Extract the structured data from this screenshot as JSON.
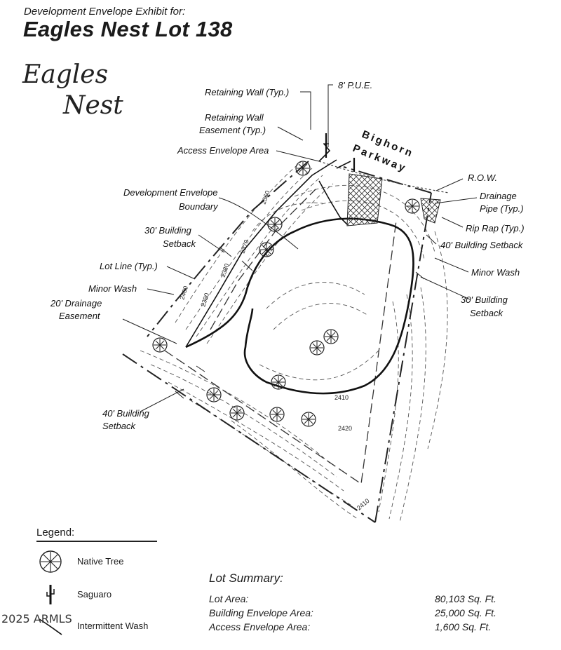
{
  "header": {
    "subtitle": "Development Envelope Exhibit for:",
    "title": "Eagles Nest Lot 138"
  },
  "logo": {
    "line1": "Eagles",
    "line2": "Nest"
  },
  "callouts": {
    "retaining_wall": "Retaining Wall (Typ.)",
    "pue": "8' P.U.E.",
    "retaining_wall_easement_1": "Retaining Wall",
    "retaining_wall_easement_2": "Easement (Typ.)",
    "access_envelope": "Access Envelope Area",
    "road_1": "Bighorn",
    "road_2": "Parkway",
    "row": "R.O.W.",
    "dev_env_1": "Development Envelope",
    "dev_env_2": "Boundary",
    "drainage_pipe_1": "Drainage",
    "drainage_pipe_2": "Pipe (Typ.)",
    "rip_rap": "Rip Rap (Typ.)",
    "setback30_1": "30' Building",
    "setback30_2": "Setback",
    "setback40_right": "40' Building Setback",
    "lot_line": "Lot Line (Typ.)",
    "minor_wash_right": "Minor Wash",
    "minor_wash_left": "Minor Wash",
    "setback30r_1": "30' Building",
    "setback30r_2": "Setback",
    "drainage_easement_1": "20' Drainage",
    "drainage_easement_2": "Easement",
    "setback40_1": "40' Building",
    "setback40_2": "Setback"
  },
  "contours": {
    "c2360": "2360",
    "c2370": "2370",
    "c2380": "2380",
    "c2390": "2390",
    "c2400": "2400",
    "c2410a": "2410",
    "c2420": "2420",
    "c2410b": "2410"
  },
  "legend": {
    "title": "Legend:",
    "items": [
      {
        "icon": "native-tree-icon",
        "label": "Native Tree"
      },
      {
        "icon": "saguaro-icon",
        "label": "Saguaro"
      },
      {
        "icon": "intermittent-wash-icon",
        "label": "Intermittent Wash"
      }
    ]
  },
  "copyright": "2025 ARMLS",
  "lot_summary": {
    "title": "Lot Summary:",
    "rows": [
      {
        "label": "Lot Area:",
        "value": "80,103 Sq. Ft."
      },
      {
        "label": "Building Envelope Area:",
        "value": "25,000 Sq. Ft."
      },
      {
        "label": "Access Envelope Area:",
        "value": "1,600 Sq. Ft."
      }
    ]
  }
}
